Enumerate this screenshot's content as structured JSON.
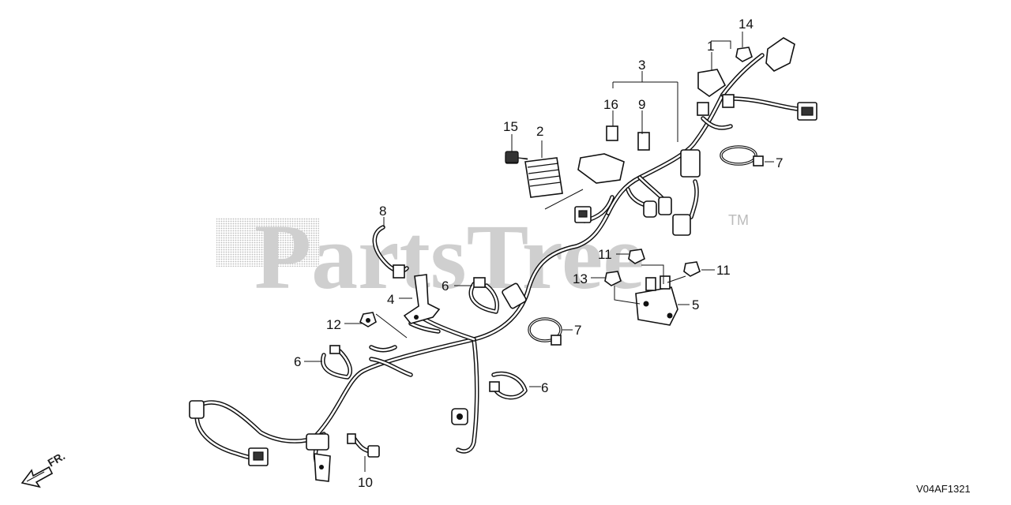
{
  "watermark": {
    "brand": "PartsTree",
    "trademark": "TM"
  },
  "direction": {
    "label": "FR."
  },
  "diagram_code": "V04AF1321",
  "callouts": [
    {
      "id": "c1",
      "text": "1"
    },
    {
      "id": "c2",
      "text": "2"
    },
    {
      "id": "c3",
      "text": "3"
    },
    {
      "id": "c4",
      "text": "4"
    },
    {
      "id": "c5",
      "text": "5"
    },
    {
      "id": "c6a",
      "text": "6"
    },
    {
      "id": "c6b",
      "text": "6"
    },
    {
      "id": "c6c",
      "text": "6"
    },
    {
      "id": "c7a",
      "text": "7"
    },
    {
      "id": "c7b",
      "text": "7"
    },
    {
      "id": "c8",
      "text": "8"
    },
    {
      "id": "c9",
      "text": "9"
    },
    {
      "id": "c10",
      "text": "10"
    },
    {
      "id": "c11a",
      "text": "11"
    },
    {
      "id": "c11b",
      "text": "11"
    },
    {
      "id": "c12",
      "text": "12"
    },
    {
      "id": "c13",
      "text": "13"
    },
    {
      "id": "c14",
      "text": "14"
    },
    {
      "id": "c15",
      "text": "15"
    },
    {
      "id": "c16",
      "text": "16"
    }
  ]
}
